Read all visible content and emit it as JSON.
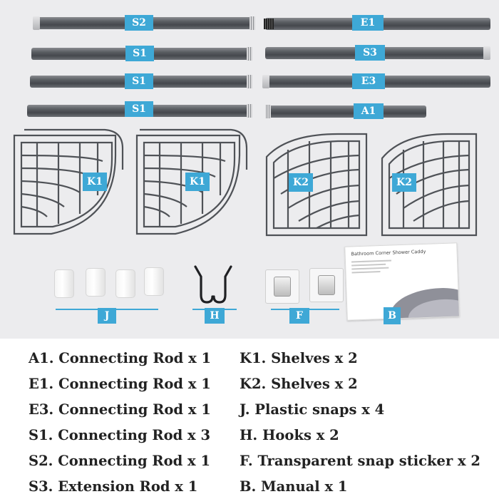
{
  "rod_labels": {
    "r1": "S2",
    "r2": "E1",
    "r3": "S1",
    "r4": "S3",
    "r5": "S1",
    "r6": "E3",
    "r7": "S1",
    "r8": "A1"
  },
  "shelf_labels": {
    "s1": "K1",
    "s2": "K1",
    "s3": "K2",
    "s4": "K2"
  },
  "accessory_labels": {
    "j": "J",
    "h": "H",
    "f": "F",
    "b": "B"
  },
  "manual": {
    "title": "Bathroom Corner Shower Caddy"
  },
  "colors": {
    "label_bg": "#3ea8d6",
    "rod": "#55585d",
    "wire": "#4f5257"
  },
  "parts_list": {
    "left": [
      "A1. Connecting Rod x 1",
      "E1. Connecting Rod x 1",
      "E3. Connecting Rod x 1",
      "S1. Connecting Rod x 3",
      "S2. Connecting Rod x 1",
      "S3. Extension Rod x 1"
    ],
    "right": [
      "K1. Shelves x 2",
      "K2. Shelves x 2",
      "J. Plastic snaps x 4",
      "H. Hooks x 2",
      "F. Transparent snap sticker x 2",
      "B. Manual x 1"
    ]
  }
}
